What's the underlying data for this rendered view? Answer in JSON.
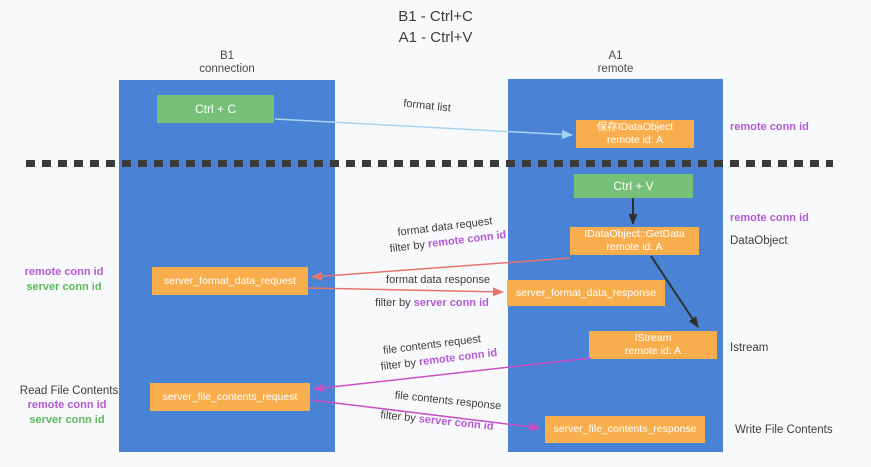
{
  "title": {
    "line1": "B1 - Ctrl+C",
    "line2": "A1 - Ctrl+V"
  },
  "columns": {
    "left": {
      "name": "B1",
      "role": "connection"
    },
    "right": {
      "name": "A1",
      "role": "remote"
    }
  },
  "boxes": {
    "ctrl_c": "Ctrl + C",
    "ctrl_v": "Ctrl + V",
    "save_dataobject": {
      "line1": "保存IDataObject",
      "line2": "remote id: A"
    },
    "getdata": {
      "line1": "IDataObject::GetData",
      "line2": "remote id: A"
    },
    "istream": {
      "line1": "IStream",
      "line2": "remote id: A"
    },
    "format_request": "server_format_data_request",
    "format_response": "server_format_data_response",
    "file_request": "server_file_contents_request",
    "file_response": "server_file_contents_response"
  },
  "flow_labels": {
    "format_list": "format list",
    "format_request": {
      "title": "format data request",
      "filter_prefix": "filter by ",
      "filter_key": "remote conn id"
    },
    "format_response": {
      "title": "format data response",
      "filter_prefix": "filter by ",
      "filter_key": "server conn id"
    },
    "file_request": {
      "title": "file contents request",
      "filter_prefix": "filter by ",
      "filter_key": "remote conn id"
    },
    "file_response": {
      "title": "file contents response",
      "filter_prefix": "filter by ",
      "filter_key": "server conn id"
    }
  },
  "annotations": {
    "right": {
      "save_conn_id": "remote conn id",
      "getdata_conn_id": "remote conn id",
      "dataobject": "DataObject",
      "istream": "Istream",
      "write_file": "Write File Contents"
    },
    "left": {
      "format_remote": "remote conn id",
      "format_server": "server conn id",
      "read_file": "Read File Contents",
      "file_remote": "remote conn id",
      "file_server": "server conn id"
    }
  },
  "colors": {
    "column_blue": "#4A83D6",
    "box_orange": "#F9AE4E",
    "box_green": "#77C077",
    "conn_id_purple": "#B35BD3",
    "conn_id_green": "#5CB85C",
    "arrow_salmon": "#E8756B",
    "arrow_magenta": "#C94FC3",
    "arrow_light_blue": "#A9D5F5",
    "arrow_black": "#2F2F2F",
    "dashed_line": "#3B3B3B",
    "background": "#F8F9FB"
  }
}
